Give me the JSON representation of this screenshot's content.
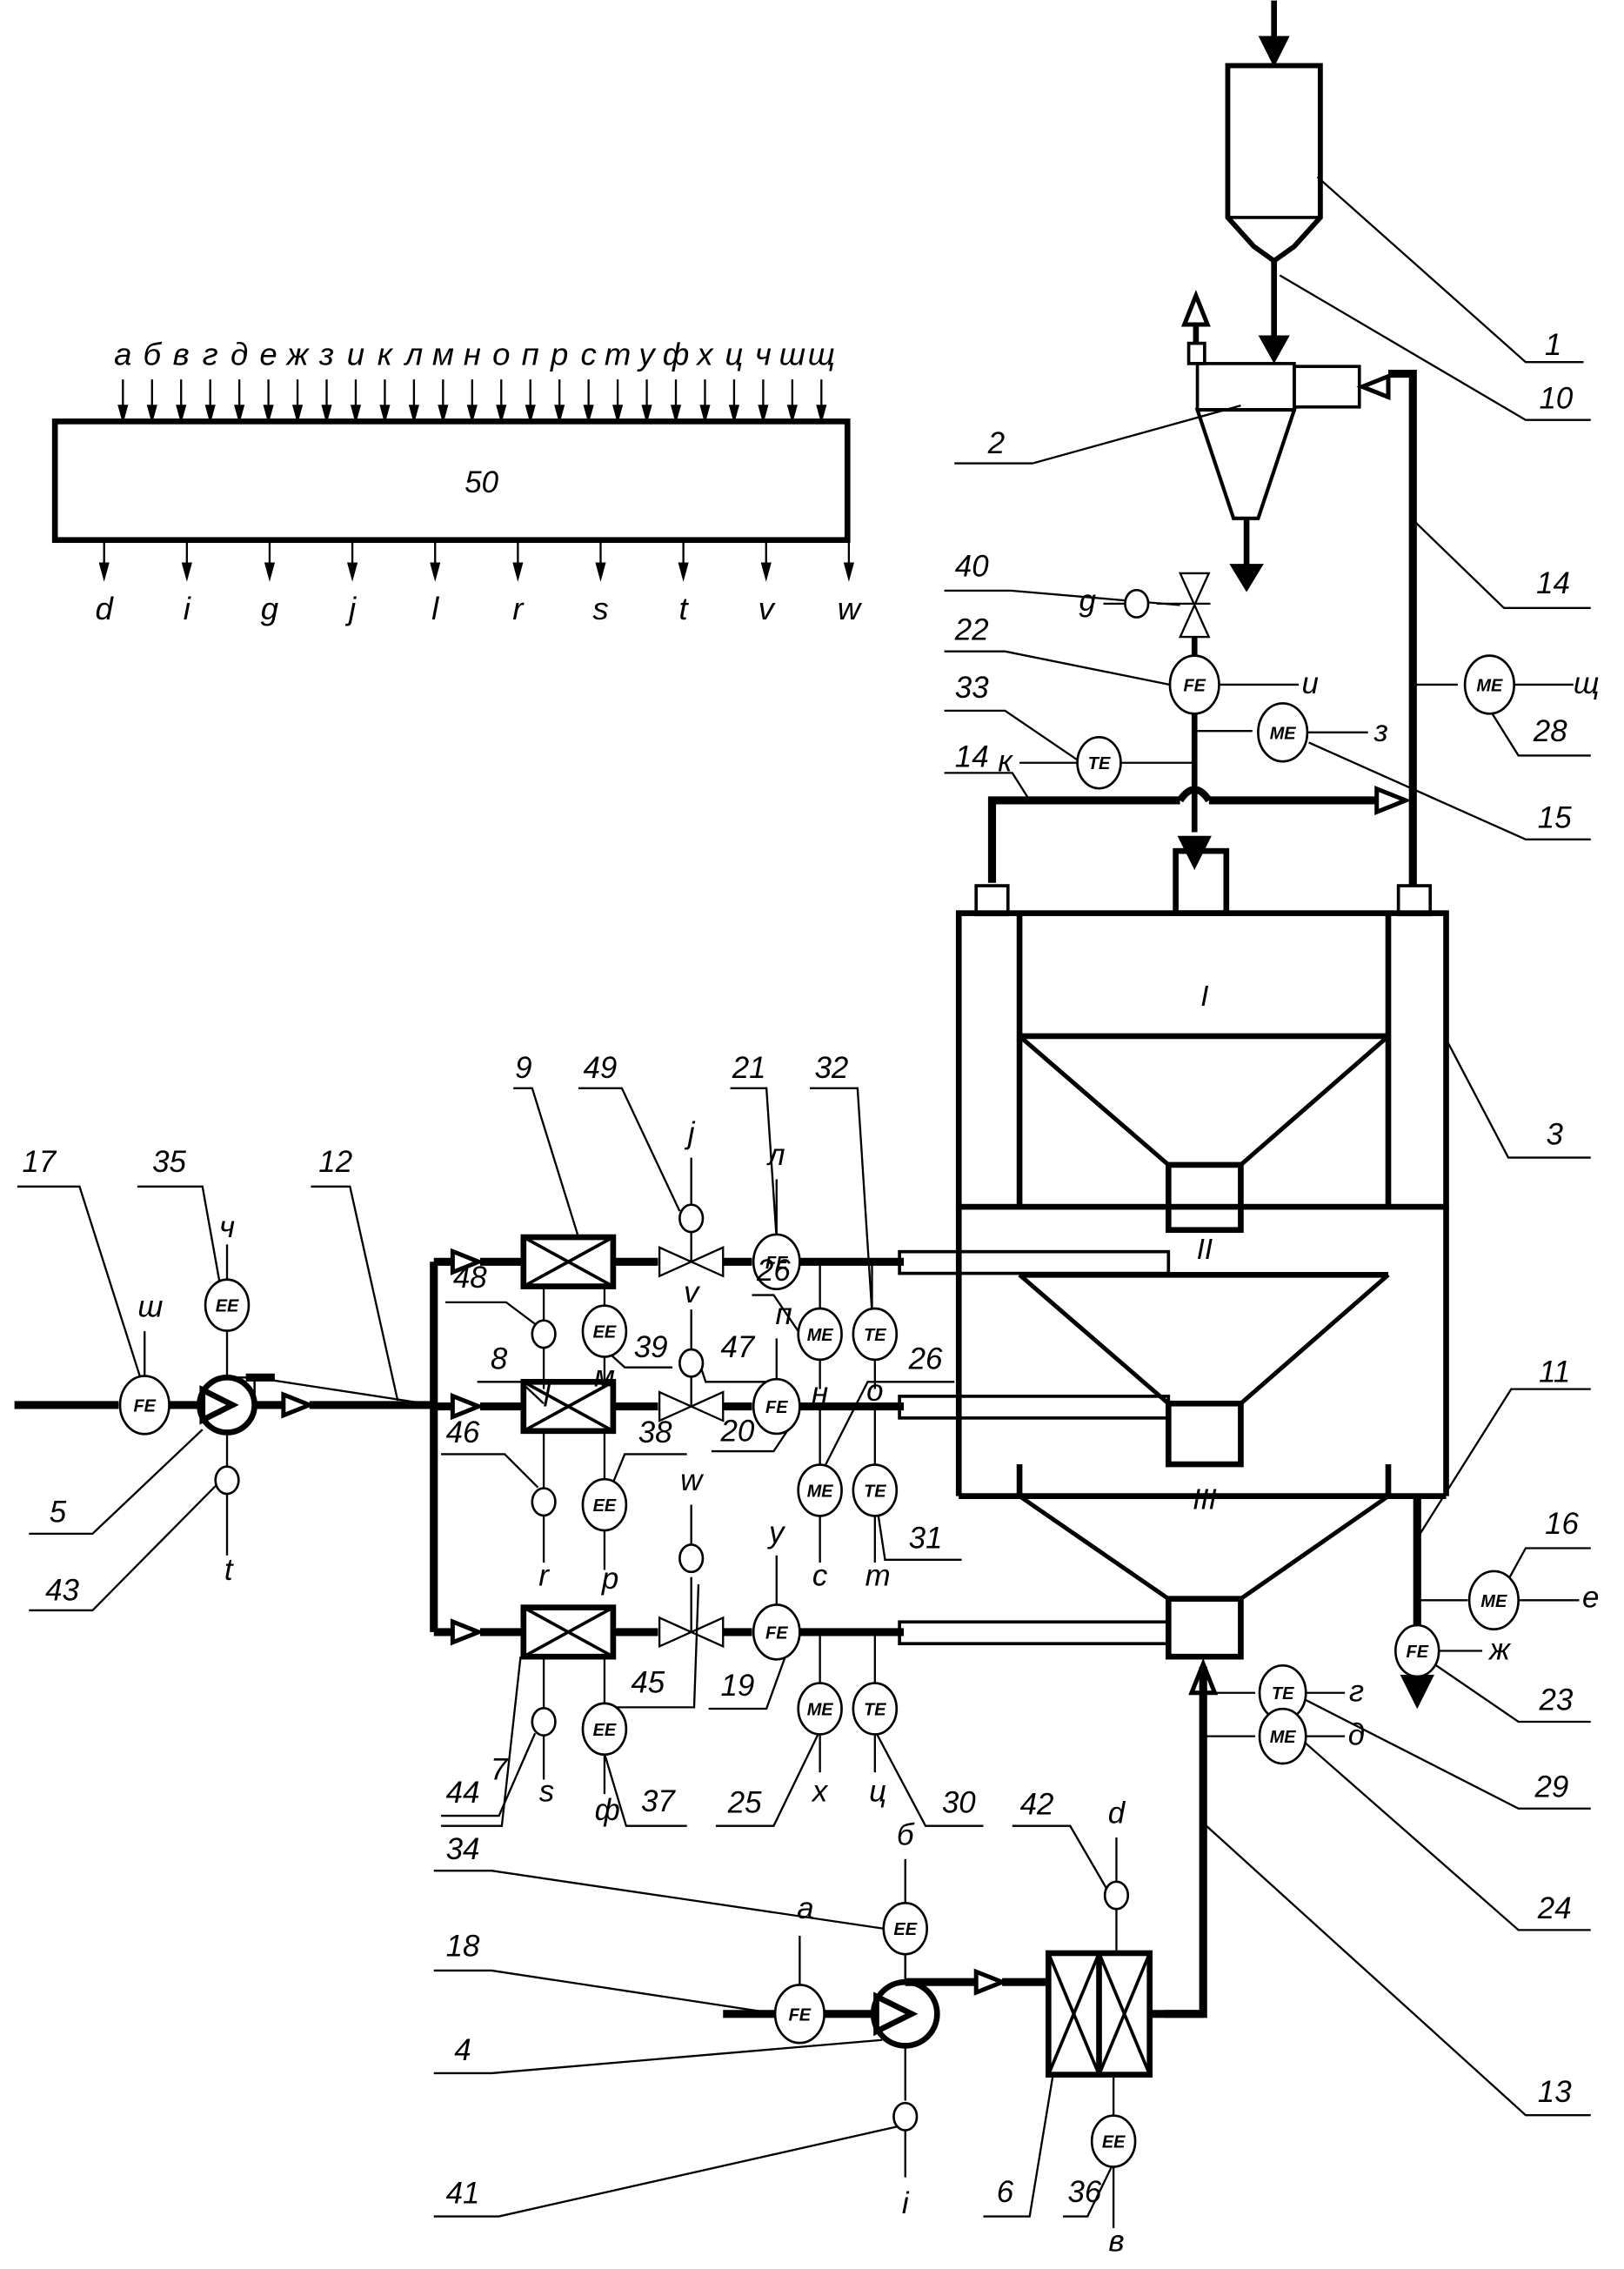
{
  "title": "Process flow and instrumentation diagram",
  "controller": {
    "id": "50",
    "inputs": [
      "а",
      "б",
      "в",
      "г",
      "д",
      "е",
      "ж",
      "з",
      "и",
      "к",
      "л",
      "м",
      "н",
      "о",
      "п",
      "р",
      "с",
      "т",
      "у",
      "ф",
      "х",
      "ц",
      "ч",
      "ш",
      "щ"
    ],
    "outputs": [
      "d",
      "i",
      "g",
      "j",
      "l",
      "r",
      "s",
      "t",
      "v",
      "w"
    ]
  },
  "column_zones": [
    "I",
    "II",
    "III"
  ],
  "instrument_types": {
    "flow": "FE",
    "density": "ME",
    "temperature": "TE",
    "electric": "EE"
  },
  "instruments": [
    {
      "id": "17",
      "type": "FE",
      "signal": "ш"
    },
    {
      "id": "35",
      "type": "EE",
      "signal": "ч"
    },
    {
      "id": "43",
      "type": "actuator",
      "signal": "t"
    },
    {
      "id": "21",
      "type": "FE",
      "signal": "л"
    },
    {
      "id": "20",
      "type": "FE",
      "signal": "п"
    },
    {
      "id": "19",
      "type": "FE",
      "signal": "у"
    },
    {
      "id": "22",
      "type": "FE",
      "signal": "и"
    },
    {
      "id": "23",
      "type": "FE",
      "signal": "ж"
    },
    {
      "id": "18",
      "type": "FE",
      "signal": "а"
    },
    {
      "id": "26a",
      "type": "ME",
      "signal": "н"
    },
    {
      "id": "26b",
      "type": "ME",
      "signal": "с"
    },
    {
      "id": "25",
      "type": "ME",
      "signal": "х"
    },
    {
      "id": "15",
      "type": "ME",
      "signal": "з"
    },
    {
      "id": "28",
      "type": "ME",
      "signal": "щ"
    },
    {
      "id": "16",
      "type": "ME",
      "signal": "е"
    },
    {
      "id": "24",
      "type": "ME",
      "signal": "д"
    },
    {
      "id": "32",
      "type": "TE",
      "signal": "о"
    },
    {
      "id": "31",
      "type": "TE",
      "signal": "т"
    },
    {
      "id": "30",
      "type": "TE",
      "signal": "ц"
    },
    {
      "id": "33",
      "type": "TE",
      "signal": "к"
    },
    {
      "id": "29",
      "type": "TE",
      "signal": "г"
    },
    {
      "id": "39",
      "type": "EE",
      "signal": "м"
    },
    {
      "id": "38",
      "type": "EE",
      "signal": "р"
    },
    {
      "id": "37",
      "type": "EE",
      "signal": "ф"
    },
    {
      "id": "34",
      "type": "EE",
      "signal": "б"
    },
    {
      "id": "36",
      "type": "EE",
      "signal": "в"
    },
    {
      "id": "49",
      "type": "actuator",
      "signal": "j"
    },
    {
      "id": "47",
      "type": "actuator",
      "signal": "v"
    },
    {
      "id": "45",
      "type": "actuator",
      "signal": "w"
    },
    {
      "id": "48",
      "type": "actuator",
      "signal": "l"
    },
    {
      "id": "46",
      "type": "actuator",
      "signal": "r"
    },
    {
      "id": "44",
      "type": "actuator",
      "signal": "s"
    },
    {
      "id": "40",
      "type": "actuator",
      "signal": "g"
    },
    {
      "id": "42",
      "type": "actuator",
      "signal": "d"
    },
    {
      "id": "41",
      "type": "actuator",
      "signal": "i"
    }
  ],
  "callouts": {
    "c1": "1",
    "c10": "10",
    "c2": "2",
    "c14a": "14",
    "c14b": "14",
    "c40": "40",
    "c22": "22",
    "c33": "33",
    "c28": "28",
    "c15": "15",
    "c3": "3",
    "c11": "11",
    "c16": "16",
    "c23": "23",
    "c29": "29",
    "c24": "24",
    "c13": "13",
    "c9": "9",
    "c49": "49",
    "c21": "21",
    "c32": "32",
    "c17": "17",
    "c35": "35",
    "c12": "12",
    "c48": "48",
    "c26a": "26",
    "c8": "8",
    "c39": "39",
    "c47": "47",
    "c26b": "26",
    "c5": "5",
    "c46": "46",
    "c38": "38",
    "c20": "20",
    "c43": "43",
    "c7": "7",
    "c45": "45",
    "c19": "19",
    "c25": "25",
    "c31": "31",
    "c44": "44",
    "c37": "37",
    "c30": "30",
    "c42": "42",
    "c34": "34",
    "c18": "18",
    "c4": "4",
    "c6": "6",
    "c36": "36",
    "c41": "41"
  }
}
